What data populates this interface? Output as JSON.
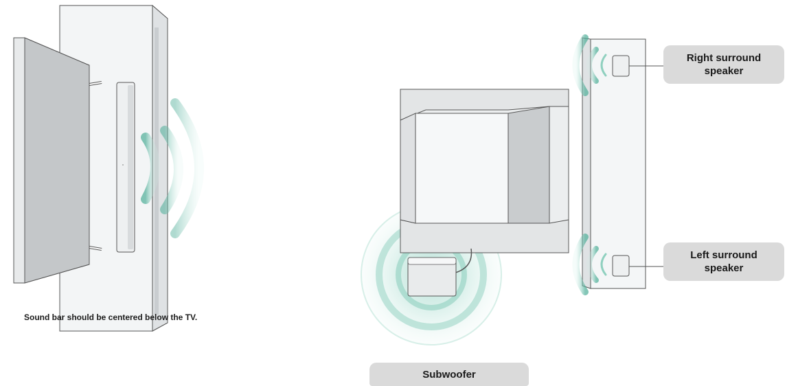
{
  "caption": "Sound bar should be centered below the TV.",
  "labels": {
    "right_surround": "Right surround speaker",
    "left_surround": "Left surround speaker",
    "subwoofer": "Subwoofer"
  },
  "colors": {
    "wave": "#a8d8cc",
    "wave_light": "#e3f3ee",
    "label_bg": "#dadada",
    "furniture": "#f2f4f5",
    "outline": "#555555"
  }
}
